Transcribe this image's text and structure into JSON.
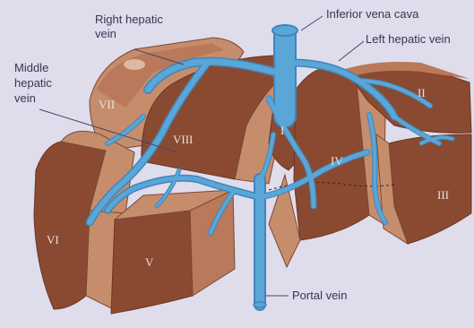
{
  "labels": {
    "right_hepatic_vein": [
      "Right hepatic",
      "vein"
    ],
    "middle_hepatic_vein": [
      "Middle",
      "hepatic",
      "vein"
    ],
    "inferior_vena_cava": "Inferior vena cava",
    "left_hepatic_vein": "Left hepatic vein",
    "portal_vein": "Portal vein"
  },
  "segments": {
    "I": "I",
    "II": "II",
    "III": "III",
    "IV": "IV",
    "V": "V",
    "VI": "VI",
    "VII": "VII",
    "VIII": "VIII"
  },
  "colors": {
    "background": "#dfdcec",
    "segment_face": "#8a4a32",
    "segment_side": "#c68d6c",
    "segment_top": "#b9795a",
    "vein": "#5aa6d6",
    "vein_dark": "#3f86bb"
  }
}
